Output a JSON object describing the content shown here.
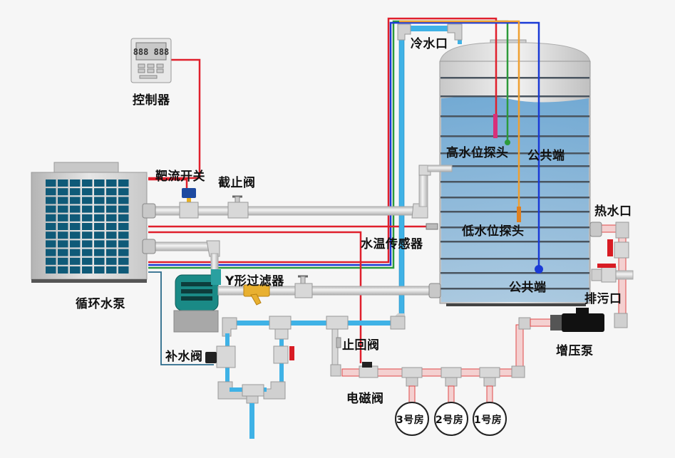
{
  "title": "空气能热水系统示意图",
  "labels": {
    "controller": "控制器",
    "target_flow_switch": "靶流开关",
    "stop_valve": "截止阀",
    "circulation_pump": "循环水泵",
    "y_filter": "Y形过滤器",
    "makeup_valve": "补水阀",
    "cold_water_inlet": "冷水口",
    "high_level_probe": "高水位探头",
    "common_end_top": "公共端",
    "low_level_probe": "低水位探头",
    "common_end_bottom": "公共端",
    "water_temp_sensor": "水温传感器",
    "hot_water_outlet": "热水口",
    "drain_outlet": "排污口",
    "booster_pump": "增压泵",
    "check_valve": "止回阀",
    "solenoid_valve": "电磁阀"
  },
  "rooms": [
    "3号房",
    "2号房",
    "1号房"
  ],
  "controller_display": "888",
  "colors": {
    "cold_pipe": "#3fb2e6",
    "hot_pipe": "#e04848",
    "pipe_gray": "#d6d6d6",
    "wire_red": "#e0202c",
    "wire_blue": "#1a3ad6",
    "wire_green": "#2c9a3a",
    "wire_orange": "#f0a030",
    "wire_pink": "#d8307a",
    "water": "#8cbcdc",
    "heat_pump_grid": "#0f5a78",
    "pump_motor": "#1a8a86",
    "y_filter": "#e8b030",
    "valve_red": "#d81c24",
    "booster_pump": "#111111"
  }
}
